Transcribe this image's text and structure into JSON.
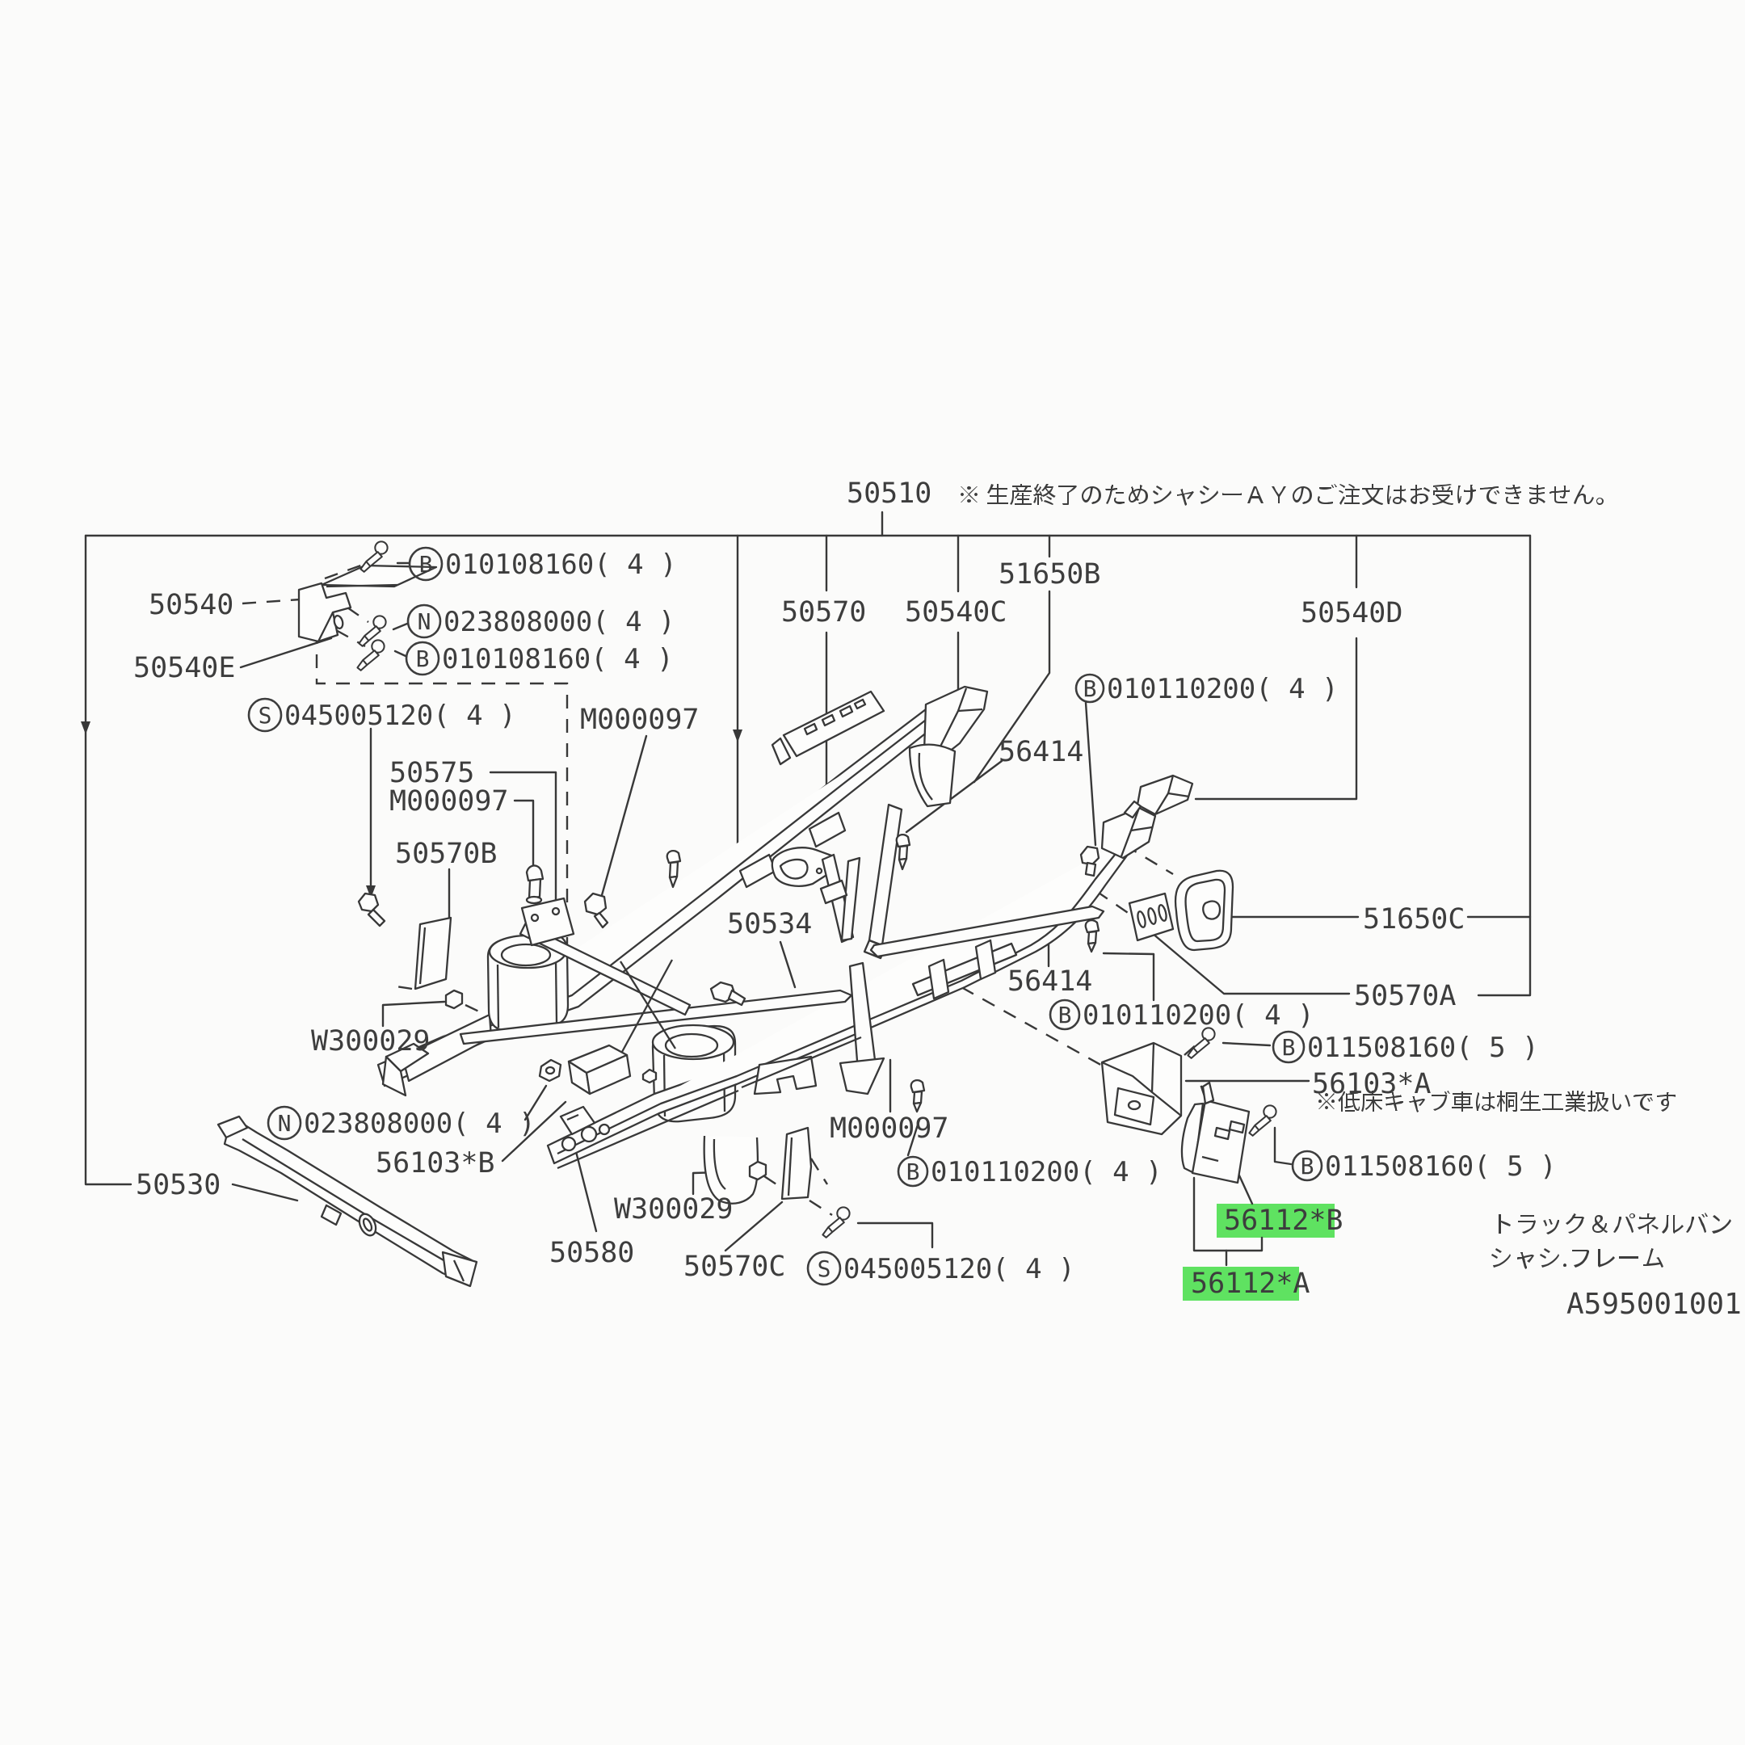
{
  "document": {
    "type": "parts-diagram",
    "assembly_number": "50510",
    "drawing_number": "A595001001",
    "production_note": "※ 生産終了のためシャシーＡＹのご注文はお受けできません。",
    "handling_note": "※低床キャブ車は桐生工業扱いです",
    "vehicle_caption": "トラック＆パネルバン",
    "frame_caption": "シャシ.フレーム",
    "highlighted_parts": [
      "56112*B",
      "56112*A"
    ]
  },
  "labels": [
    {
      "id": "50510",
      "text": "50510",
      "highlighted": false
    },
    {
      "id": "50540",
      "text": "50540",
      "highlighted": false
    },
    {
      "id": "50540E",
      "text": "50540E",
      "highlighted": false
    },
    {
      "id": "50570",
      "text": "50570",
      "highlighted": false
    },
    {
      "id": "50540C",
      "text": "50540C",
      "highlighted": false
    },
    {
      "id": "51650B",
      "text": "51650B",
      "highlighted": false
    },
    {
      "id": "50540D",
      "text": "50540D",
      "highlighted": false
    },
    {
      "id": "50575",
      "text": "50575",
      "highlighted": false
    },
    {
      "id": "M000097-2",
      "text": "M000097",
      "highlighted": false
    },
    {
      "id": "50570B",
      "text": "50570B",
      "highlighted": false
    },
    {
      "id": "M000097-1",
      "text": "M000097",
      "highlighted": false
    },
    {
      "id": "56414-1",
      "text": "56414",
      "highlighted": false
    },
    {
      "id": "50534",
      "text": "50534",
      "highlighted": false
    },
    {
      "id": "51650C",
      "text": "51650C",
      "highlighted": false
    },
    {
      "id": "56414-2",
      "text": "56414",
      "highlighted": false
    },
    {
      "id": "50570A",
      "text": "50570A",
      "highlighted": false
    },
    {
      "id": "W300029-1",
      "text": "W300029",
      "highlighted": false
    },
    {
      "id": "56103B",
      "text": "56103*B",
      "highlighted": false
    },
    {
      "id": "50530",
      "text": "50530",
      "highlighted": false
    },
    {
      "id": "W300029-2",
      "text": "W300029",
      "highlighted": false
    },
    {
      "id": "50580",
      "text": "50580",
      "highlighted": false
    },
    {
      "id": "50570C",
      "text": "50570C",
      "highlighted": false
    },
    {
      "id": "M000097-3",
      "text": "M000097",
      "highlighted": false
    },
    {
      "id": "56103A",
      "text": "56103*A",
      "highlighted": false
    },
    {
      "id": "56112B",
      "text": "56112*B",
      "highlighted": true
    },
    {
      "id": "56112A",
      "text": "56112*A",
      "highlighted": true
    },
    {
      "id": "A595001001",
      "text": "A595001001",
      "highlighted": false
    }
  ],
  "fastener_labels": [
    {
      "id": "B-010108160-1",
      "letter": "B",
      "text": "010108160( 4 )"
    },
    {
      "id": "N-023808000-1",
      "letter": "N",
      "text": "023808000( 4 )"
    },
    {
      "id": "B-010108160-2",
      "letter": "B",
      "text": "010108160( 4 )"
    },
    {
      "id": "S-045005120-1",
      "letter": "S",
      "text": "045005120( 4 )"
    },
    {
      "id": "B-010110200-1",
      "letter": "B",
      "text": "010110200( 4 )"
    },
    {
      "id": "B-010110200-2",
      "letter": "B",
      "text": "010110200( 4 )"
    },
    {
      "id": "B-011508160-1",
      "letter": "B",
      "text": "011508160( 5 )"
    },
    {
      "id": "B-011508160-2",
      "letter": "B",
      "text": "011508160( 5 )"
    },
    {
      "id": "B-010110200-3",
      "letter": "B",
      "text": "010110200( 4 )"
    },
    {
      "id": "N-023808000-2",
      "letter": "N",
      "text": "023808000( 4 )"
    },
    {
      "id": "S-045005120-2",
      "letter": "S",
      "text": "045005120( 4 )"
    }
  ],
  "colors": {
    "background": "#fbfbfa",
    "line": "#383838",
    "text": "#3d3d3d",
    "highlight": "#5fe261"
  }
}
